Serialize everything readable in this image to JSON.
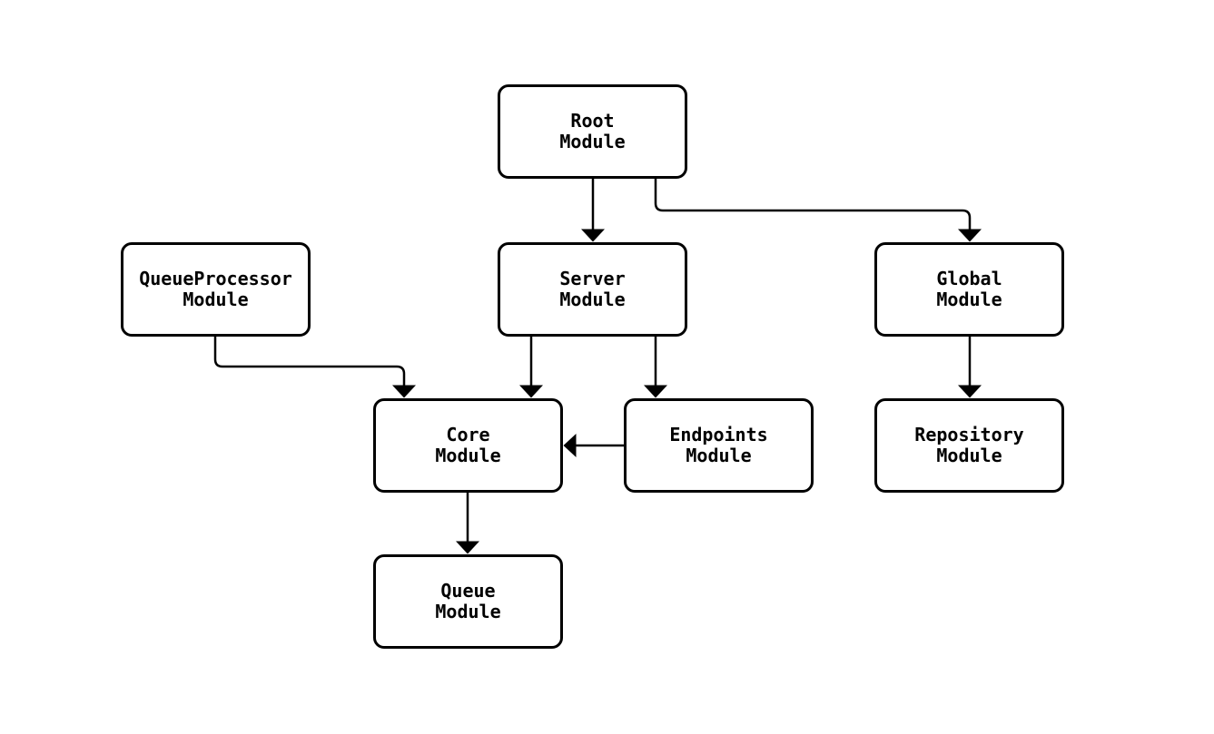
{
  "diagram": {
    "kind": "module-dependency-graph",
    "colors": {
      "background": "#ffffff",
      "node_fill": "#ffffff",
      "node_border": "#000000",
      "edge": "#000000",
      "text": "#000000"
    },
    "nodes": [
      {
        "id": "root",
        "line1": "Root",
        "line2": "Module"
      },
      {
        "id": "queueprocessor",
        "line1": "QueueProcessor",
        "line2": "Module"
      },
      {
        "id": "server",
        "line1": "Server",
        "line2": "Module"
      },
      {
        "id": "global",
        "line1": "Global",
        "line2": "Module"
      },
      {
        "id": "core",
        "line1": "Core",
        "line2": "Module"
      },
      {
        "id": "endpoints",
        "line1": "Endpoints",
        "line2": "Module"
      },
      {
        "id": "repository",
        "line1": "Repository",
        "line2": "Module"
      },
      {
        "id": "queue",
        "line1": "Queue",
        "line2": "Module"
      }
    ],
    "edges": [
      {
        "from": "Root Module",
        "to": "Server Module"
      },
      {
        "from": "Root Module",
        "to": "Global Module"
      },
      {
        "from": "QueueProcessor Module",
        "to": "Core Module"
      },
      {
        "from": "Server Module",
        "to": "Core Module"
      },
      {
        "from": "Server Module",
        "to": "Endpoints Module"
      },
      {
        "from": "Endpoints Module",
        "to": "Core Module"
      },
      {
        "from": "Global Module",
        "to": "Repository Module"
      },
      {
        "from": "Core Module",
        "to": "Queue Module"
      }
    ]
  }
}
